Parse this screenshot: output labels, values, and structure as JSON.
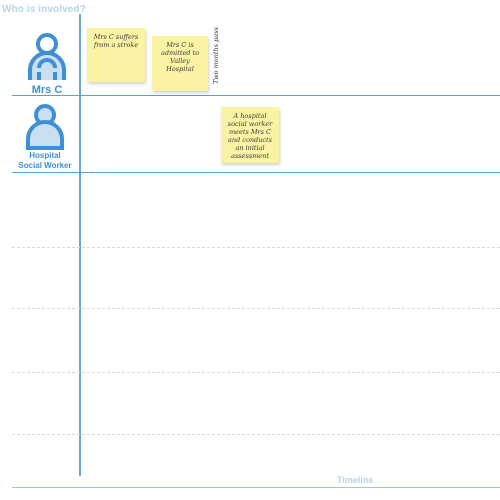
{
  "header": {
    "who_label": "Who is involved?"
  },
  "footer": {
    "timeline_label": "Timeline"
  },
  "actors": [
    {
      "name": "Mrs C",
      "icon": "person-icon"
    },
    {
      "name": "Hospital Social Worker",
      "line1": "Hospital",
      "line2": "Social Worker",
      "icon": "person-icon"
    }
  ],
  "notes": [
    {
      "text": "Mrs C suffers from a stroke"
    },
    {
      "text": "Mrs C is admitted to Valley Hospital"
    },
    {
      "text": "A hospital social worker meets Mrs C and conducts an initial assessment"
    }
  ],
  "time_marker": {
    "text": "Two months pass"
  },
  "colors": {
    "accent": "#3f8fd3",
    "sticky": "#fbf3a4",
    "axis": "#6aa6d9",
    "header_text": "#b9d3ec"
  }
}
